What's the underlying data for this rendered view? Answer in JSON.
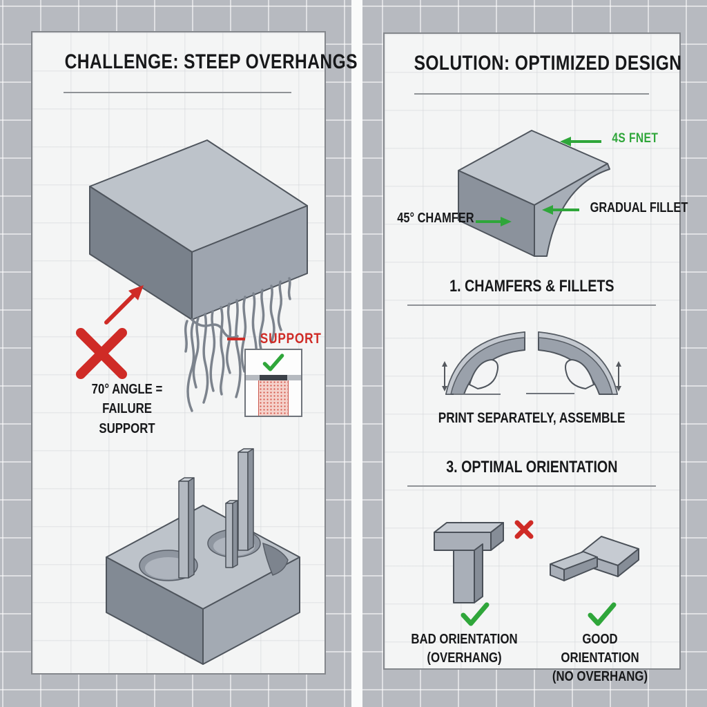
{
  "colors": {
    "canvas_bg": "#b7bac0",
    "panel_bg": "#f4f5f5",
    "accent_red": "#cf2b26",
    "accent_green": "#2fa63a",
    "ink": "#17181a",
    "model_gray": "#a7aeb7"
  },
  "left_panel": {
    "title": "CHALLENGE: STEEP OVERHANGS",
    "angle_note": {
      "line1": "70° ANGLE =",
      "line2": "FAILURE",
      "line3": "SUPPORT"
    },
    "support_legend": "SUPPORT"
  },
  "right_panel": {
    "title": "SOLUTION: OPTIMIZED DESIGN",
    "fillet_tag": "4S FNET",
    "chamfer_label": "45° CHAMFER",
    "gradual_fillet_label": "GRADUAL FILLET",
    "section_chamfers": {
      "heading": "1. CHAMFERS & FILLETS",
      "caption": "PRINT SEPARATELY, ASSEMBLE"
    },
    "section_orientation": {
      "heading": "3. OPTIMAL ORIENTATION",
      "bad": {
        "line1": "BAD ORIENTATION",
        "line2": "(OVERHANG)"
      },
      "good": {
        "line1": "GOOD ORIENTATION",
        "line2": "(NO OVERHANG)"
      }
    }
  }
}
